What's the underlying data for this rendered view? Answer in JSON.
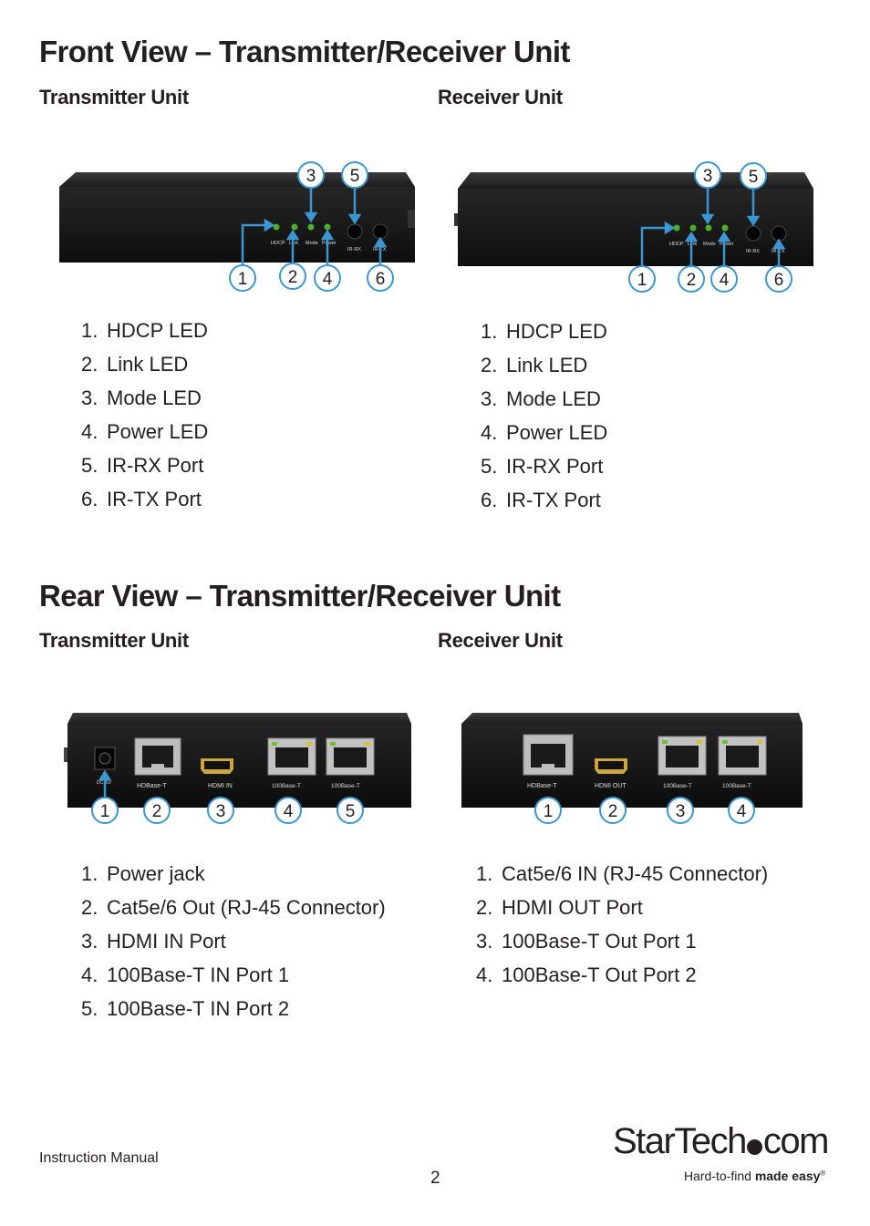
{
  "front": {
    "title": "Front View – Transmitter/Receiver Unit",
    "transmitter": {
      "heading": "Transmitter Unit",
      "panel_labels": [
        "HDCP",
        "Link",
        "Mode",
        "Power",
        "IR-RX",
        "IR-TX"
      ],
      "callouts": [
        "1",
        "2",
        "3",
        "4",
        "5",
        "6"
      ],
      "items": [
        {
          "n": "1.",
          "label": "HDCP LED"
        },
        {
          "n": "2.",
          "label": "Link LED"
        },
        {
          "n": "3.",
          "label": "Mode LED"
        },
        {
          "n": "4.",
          "label": "Power LED"
        },
        {
          "n": "5.",
          "label": "IR-RX Port"
        },
        {
          "n": "6.",
          "label": "IR-TX Port"
        }
      ]
    },
    "receiver": {
      "heading": "Receiver Unit",
      "panel_labels": [
        "HDCP",
        "Link",
        "Mode",
        "Power",
        "IR-RX",
        "IR-TX"
      ],
      "callouts": [
        "1",
        "2",
        "3",
        "4",
        "5",
        "6"
      ],
      "items": [
        {
          "n": "1.",
          "label": "HDCP LED"
        },
        {
          "n": "2.",
          "label": "Link LED"
        },
        {
          "n": "3.",
          "label": "Mode LED"
        },
        {
          "n": "4.",
          "label": "Power LED"
        },
        {
          "n": "5.",
          "label": "IR-RX Port"
        },
        {
          "n": "6.",
          "label": "IR-TX Port"
        }
      ]
    }
  },
  "rear": {
    "title": "Rear View – Transmitter/Receiver Unit",
    "transmitter": {
      "heading": "Transmitter Unit",
      "panel_labels": [
        "DC+5V",
        "HDBase-T",
        "HDMI IN",
        "100Base-T",
        "100Base-T"
      ],
      "callouts": [
        "1",
        "2",
        "3",
        "4",
        "5"
      ],
      "items": [
        {
          "n": "1.",
          "label": "Power jack"
        },
        {
          "n": "2.",
          "label": "Cat5e/6 Out (RJ-45 Connector)"
        },
        {
          "n": "3.",
          "label": "HDMI IN Port"
        },
        {
          "n": "4.",
          "label": "100Base-T IN Port 1"
        },
        {
          "n": "5.",
          "label": "100Base-T IN Port 2"
        }
      ]
    },
    "receiver": {
      "heading": "Receiver Unit",
      "panel_labels": [
        "HDBase-T",
        "HDMI OUT",
        "100Base-T",
        "100Base-T"
      ],
      "callouts": [
        "1",
        "2",
        "3",
        "4"
      ],
      "items": [
        {
          "n": "1.",
          "label": "Cat5e/6 IN (RJ-45 Connector)"
        },
        {
          "n": "2.",
          "label": "HDMI OUT Port"
        },
        {
          "n": "3.",
          "label": "100Base-T Out Port 1"
        },
        {
          "n": "4.",
          "label": "100Base-T Out Port 2"
        }
      ]
    }
  },
  "footer": {
    "doc_label": "Instruction Manual",
    "page_number": "2",
    "logo_text_a": "StarTech",
    "logo_text_b": "com",
    "logo_tagline_a": "Hard-to-find ",
    "logo_tagline_b": "made easy",
    "logo_tagline_mark": "®"
  },
  "colors": {
    "text": "#231f20",
    "callout_blue": "#3b97d3",
    "led_green": "#4caf2a",
    "device_body": "#1a1a1a"
  }
}
